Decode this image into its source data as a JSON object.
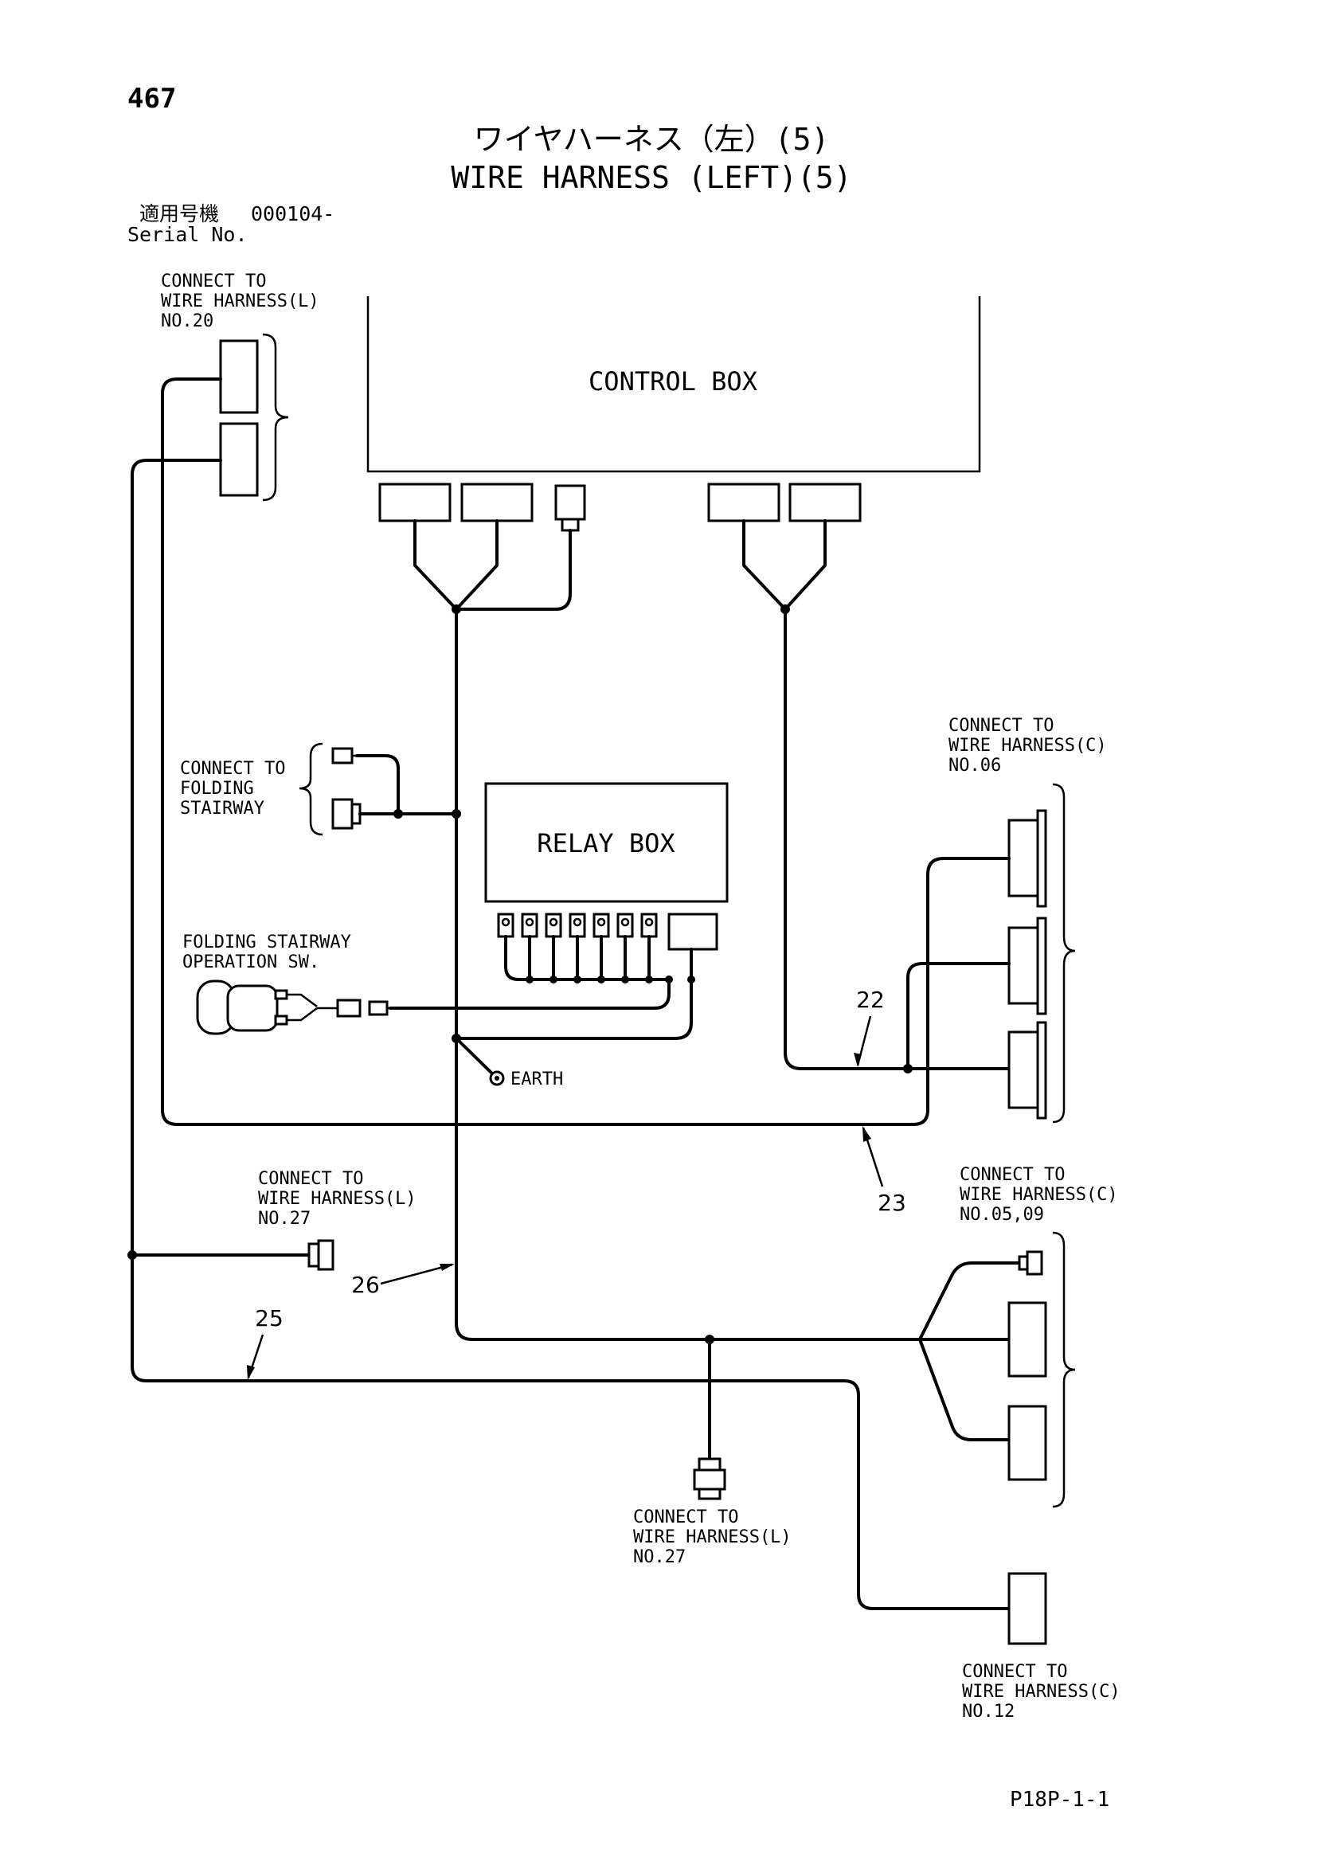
{
  "page_number": "467",
  "title_jp": "ワイヤハーネス（左）(5)",
  "title_en": "WIRE HARNESS (LEFT)(5)",
  "serial": {
    "label_jp": "適用号機",
    "value": "000104-",
    "label_en": "Serial No."
  },
  "components": {
    "control_box": "CONTROL BOX",
    "relay_box": "RELAY BOX",
    "earth": "EARTH"
  },
  "connect_labels": {
    "l20": [
      "CONNECT TO",
      "WIRE HARNESS(L)",
      "NO.20"
    ],
    "stair": [
      "CONNECT TO",
      "FOLDING",
      "STAIRWAY"
    ],
    "switch": [
      "FOLDING STAIRWAY",
      "OPERATION SW."
    ],
    "c06": [
      "CONNECT TO",
      "WIRE HARNESS(C)",
      "NO.06"
    ],
    "l27a": [
      "CONNECT TO",
      "WIRE HARNESS(L)",
      "NO.27"
    ],
    "c0509": [
      "CONNECT TO",
      "WIRE HARNESS(C)",
      "NO.05,09"
    ],
    "l27b": [
      "CONNECT TO",
      "WIRE HARNESS(L)",
      "NO.27"
    ],
    "c12": [
      "CONNECT TO",
      "WIRE HARNESS(C)",
      "NO.12"
    ]
  },
  "part_numbers": {
    "p22": "22",
    "p23": "23",
    "p25": "25",
    "p26": "26"
  },
  "footer_code": "P18P-1-1"
}
